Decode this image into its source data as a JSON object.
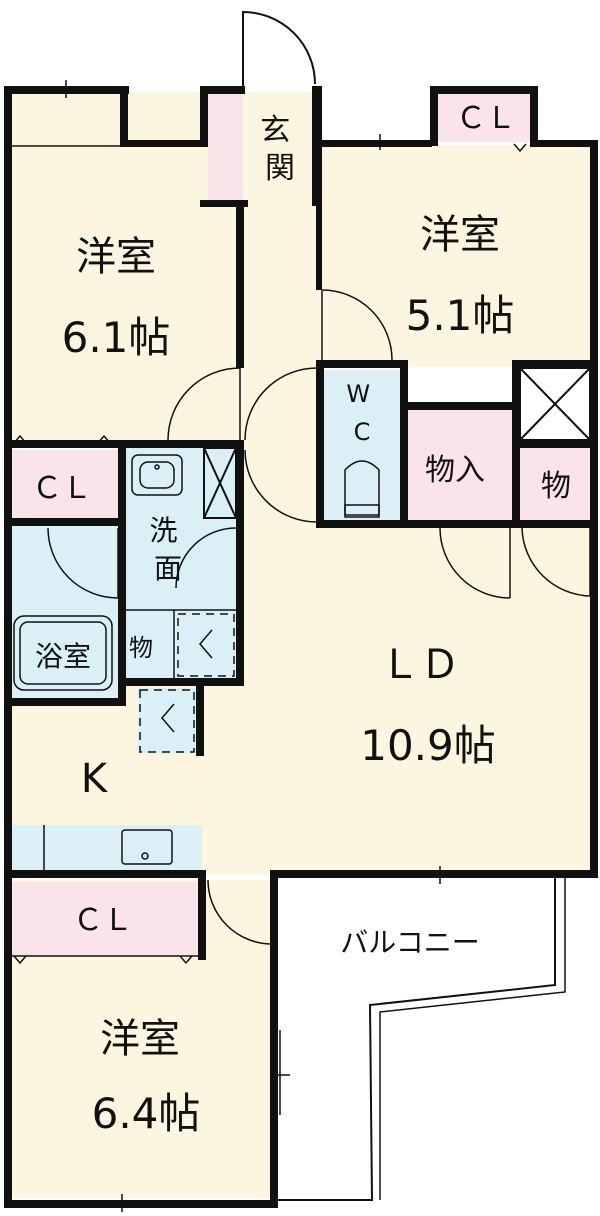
{
  "colors": {
    "room": "#fcf6e0",
    "wet": "#dbeff7",
    "storage": "#fbe3ea",
    "wall": "#111111",
    "outside": "#ffffff"
  },
  "rooms": {
    "western_1": {
      "name": "洋室",
      "size": "6.1帖"
    },
    "western_2": {
      "name": "洋室",
      "size": "5.1帖"
    },
    "western_3": {
      "name": "洋室",
      "size": "6.4帖"
    },
    "ld": {
      "name": "ＬＤ",
      "size": "10.9帖"
    },
    "kitchen": {
      "name": "K"
    },
    "entrance": {
      "name": "玄関"
    },
    "wc": {
      "name": "WC"
    },
    "washroom": {
      "name": "洗面"
    },
    "bath": {
      "name": "浴室"
    },
    "storage_in": {
      "name": "物入"
    },
    "storage_small_1": {
      "name": "物"
    },
    "storage_small_2": {
      "name": "物"
    },
    "closet_1": {
      "name": "ＣＬ"
    },
    "closet_2": {
      "name": "ＣＬ"
    },
    "closet_3": {
      "name": "ＣＬ"
    },
    "balcony": {
      "name": "バルコニー"
    }
  }
}
